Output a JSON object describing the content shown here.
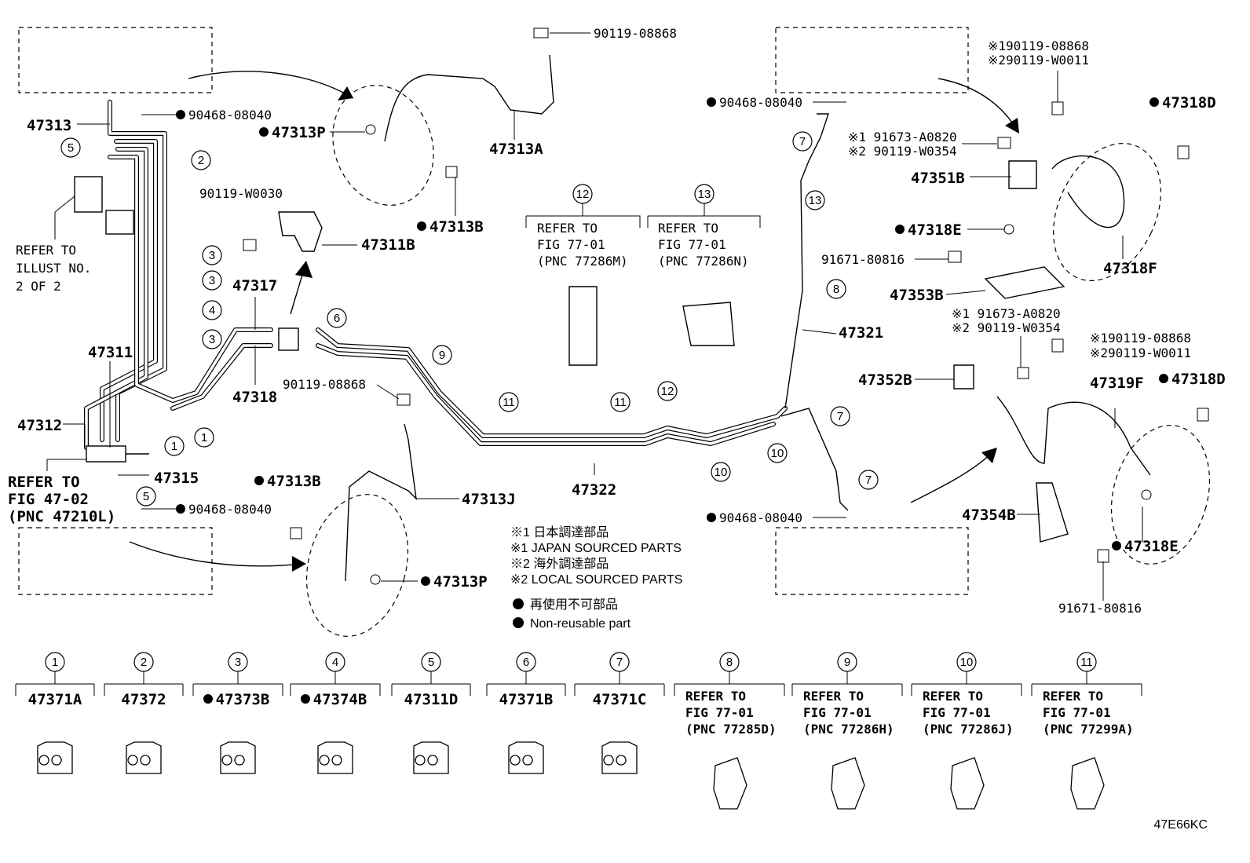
{
  "diagram_code": "47E66KC",
  "parts": {
    "p47313_top": "47313",
    "p90468_tl": "90468-08040",
    "p47313P_top": "47313P",
    "p90119_08868_top": "90119-08868",
    "p47313A": "47313A",
    "p47313B_top": "47313B",
    "p90119_W0030": "90119-W0030",
    "p47311B": "47311B",
    "p47317": "47317",
    "p47318": "47318",
    "p47311": "47311",
    "p47312": "47312",
    "p47315": "47315",
    "p90119_08868_mid": "90119-08868",
    "p47313B_bot": "47313B",
    "p47313J": "47313J",
    "p47313P_bot": "47313P",
    "p90468_bl": "90468-08040",
    "p47322": "47322",
    "p47321": "47321",
    "p90468_tr": "90468-08040",
    "p90468_br": "90468-08040",
    "p47351B": "47351B",
    "p47318E_top": "47318E",
    "p47318D_top": "47318D",
    "p47318F": "47318F",
    "p91671_top": "91671-80816",
    "p47353B": "47353B",
    "p47352B": "47352B",
    "p47319F": "47319F",
    "p47318D_bot": "47318D",
    "p47354B": "47354B",
    "p47318E_bot": "47318E",
    "p91671_bot": "91671-80816"
  },
  "alt_parts": {
    "top_right_a": "※190119-08868",
    "top_right_b": "※290119-W0011",
    "bolt_a1": "※1 91673-A0820",
    "bolt_a2": "※2 90119-W0354",
    "bolt_b1": "※1 91673-A0820",
    "bolt_b2": "※2 90119-W0354",
    "mid_right_a": "※190119-08868",
    "mid_right_b": "※290119-W0011"
  },
  "refs": {
    "refer_illust": [
      "REFER TO",
      "ILLUST NO.",
      "2 OF 2"
    ],
    "refer_fig47": [
      "REFER TO",
      "FIG 47-02",
      "(PNC 47210L)"
    ],
    "clamp12": [
      "REFER TO",
      "FIG 77-01",
      "(PNC 77286M)"
    ],
    "clamp13": [
      "REFER TO",
      "FIG 77-01",
      "(PNC 77286N)"
    ]
  },
  "legend": {
    "jp1": "※1 日本調達部品",
    "en1": "※1 JAPAN SOURCED PARTS",
    "jp2": "※2 海外調達部品",
    "en2": "※2 LOCAL SOURCED PARTS",
    "nr_jp": "再使用不可部品",
    "nr_en": "Non-reusable part"
  },
  "callouts": [
    "1",
    "2",
    "3",
    "4",
    "5",
    "6",
    "7",
    "8",
    "9",
    "10",
    "11",
    "12",
    "13"
  ],
  "bottom_items": [
    {
      "num": "1",
      "part": "47371A",
      "dot": false
    },
    {
      "num": "2",
      "part": "47372",
      "dot": false
    },
    {
      "num": "3",
      "part": "47373B",
      "dot": true
    },
    {
      "num": "4",
      "part": "47374B",
      "dot": true
    },
    {
      "num": "5",
      "part": "47311D",
      "dot": false
    },
    {
      "num": "6",
      "part": "47371B",
      "dot": false
    },
    {
      "num": "7",
      "part": "47371C",
      "dot": false
    },
    {
      "num": "8",
      "ref": [
        "REFER TO",
        "FIG 77-01",
        "(PNC 77285D)"
      ]
    },
    {
      "num": "9",
      "ref": [
        "REFER TO",
        "FIG 77-01",
        "(PNC 77286H)"
      ]
    },
    {
      "num": "10",
      "ref": [
        "REFER TO",
        "FIG 77-01",
        "(PNC 77286J)"
      ]
    },
    {
      "num": "11",
      "ref": [
        "REFER TO",
        "FIG 77-01",
        "(PNC 77299A)"
      ]
    }
  ]
}
